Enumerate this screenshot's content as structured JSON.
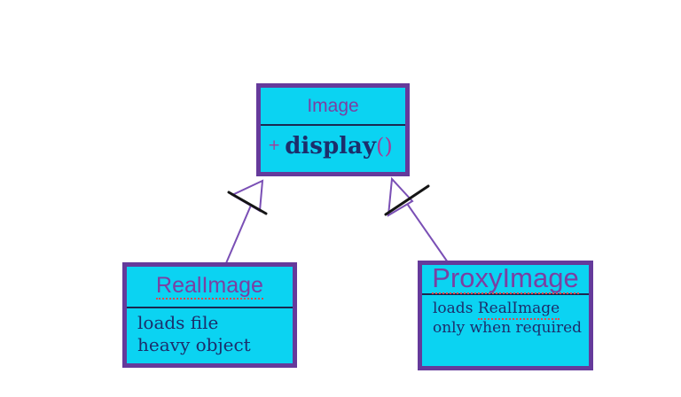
{
  "colors": {
    "box_fill": "#0bd3f2",
    "box_border": "#653a9b",
    "title_text": "#7b3fa2",
    "body_text": "#1c2e6b",
    "accent_magenta": "#a83a96",
    "divider": "#1a2850",
    "arrow_line": "#7a4fb5",
    "arrowhead_fill": "#ffffff",
    "cross_stroke": "#151515",
    "squiggle": "#e14b4b"
  },
  "boxes": {
    "image": {
      "title": "Image",
      "method": {
        "visibility": "+",
        "name": "display",
        "parens": "()"
      }
    },
    "real_image": {
      "title": "RealImage",
      "lines": [
        "loads file",
        "heavy object"
      ]
    },
    "proxy_image": {
      "title": "ProxyImage",
      "line1_prefix": "loads ",
      "line1_underlined_word": "RealImage",
      "line2": "only when required"
    }
  },
  "relations": [
    {
      "type": "generalization",
      "from": "RealImage",
      "to": "Image"
    },
    {
      "type": "generalization",
      "from": "ProxyImage",
      "to": "Image"
    }
  ]
}
